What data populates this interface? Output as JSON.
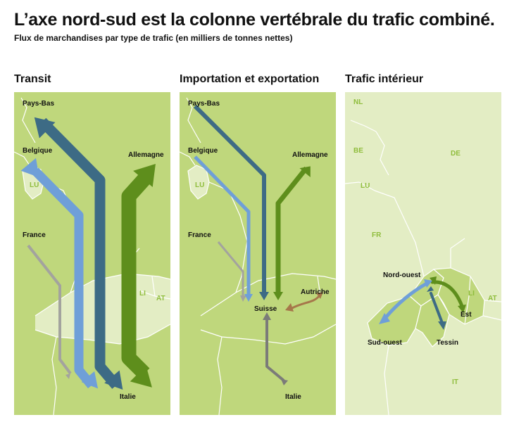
{
  "header": {
    "title": "L’axe nord-sud est la colonne vertébrale du trafic combiné.",
    "subtitle": "Flux de marchandises par type de trafic (en milliers de tonnes nettes)"
  },
  "colors": {
    "background_dark": "#bfd77c",
    "background_light": "#e3edc4",
    "border": "#ffffff",
    "country_label": "#8fbd3c",
    "pays_bas": "#3d6b85",
    "belgique": "#6f9fd8",
    "allemagne": "#5e8e1c",
    "france": "#a3a39e",
    "italie": "#7b7b79",
    "autriche": "#a6774a"
  },
  "panels": [
    {
      "title": "Transit",
      "labels": [
        "Pays-Bas",
        "Belgique",
        "Allemagne",
        "France",
        "Italie"
      ],
      "country_codes": [
        "LU",
        "LI",
        "AT"
      ]
    },
    {
      "title": "Importation et exportation",
      "labels": [
        "Pays-Bas",
        "Belgique",
        "Allemagne",
        "France",
        "Autriche",
        "Suisse",
        "Italie"
      ],
      "country_codes": [
        "LU"
      ]
    },
    {
      "title": "Trafic intérieur",
      "labels": [
        "Nord-ouest",
        "Est",
        "Sud-ouest",
        "Tessin"
      ],
      "country_codes": [
        "NL",
        "BE",
        "DE",
        "LU",
        "FR",
        "LI",
        "AT",
        "IT"
      ]
    }
  ]
}
